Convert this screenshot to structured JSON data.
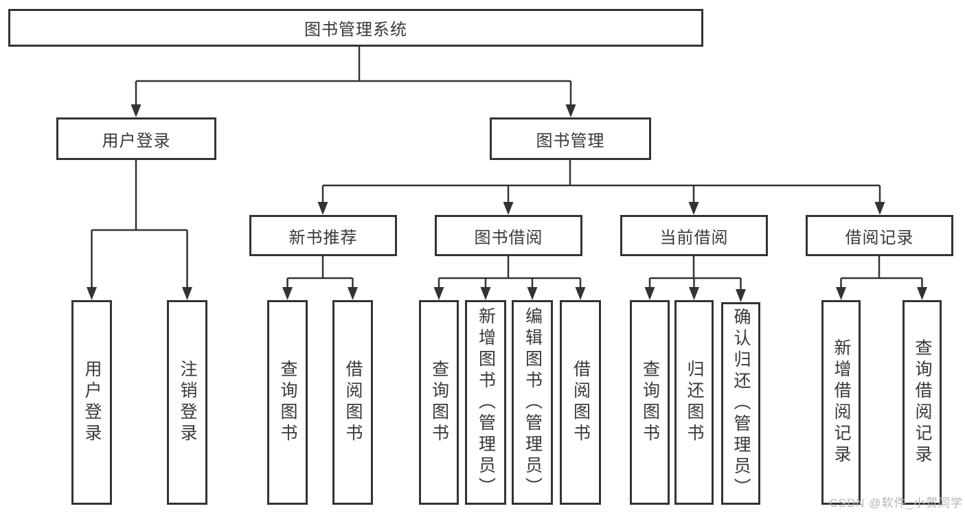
{
  "diagram": {
    "nodes": {
      "root": "图书管理系统",
      "user_login": "用户登录",
      "book_mgmt": "图书管理",
      "new_book_rec": "新书推荐",
      "book_borrow": "图书借阅",
      "current_borrow": "当前借阅",
      "borrow_records": "借阅记录"
    },
    "leaves": {
      "user_login": [
        "用户登录",
        "注销登录"
      ],
      "new_book_rec": [
        "查询图书",
        "借阅图书"
      ],
      "book_borrow": [
        "查询图书",
        "新增图书（管理员）",
        "编辑图书（管理员）",
        "借阅图书"
      ],
      "current_borrow": [
        "查询图书",
        "归还图书",
        "确认归还（管理员）"
      ],
      "borrow_records": [
        "新增借阅记录",
        "查询借阅记录"
      ]
    }
  },
  "watermark": "CSDN @软件_小贺同学",
  "colors": {
    "line": "#333333",
    "text": "#383838",
    "background": "#ffffff",
    "watermark": "#b5b5b5"
  }
}
